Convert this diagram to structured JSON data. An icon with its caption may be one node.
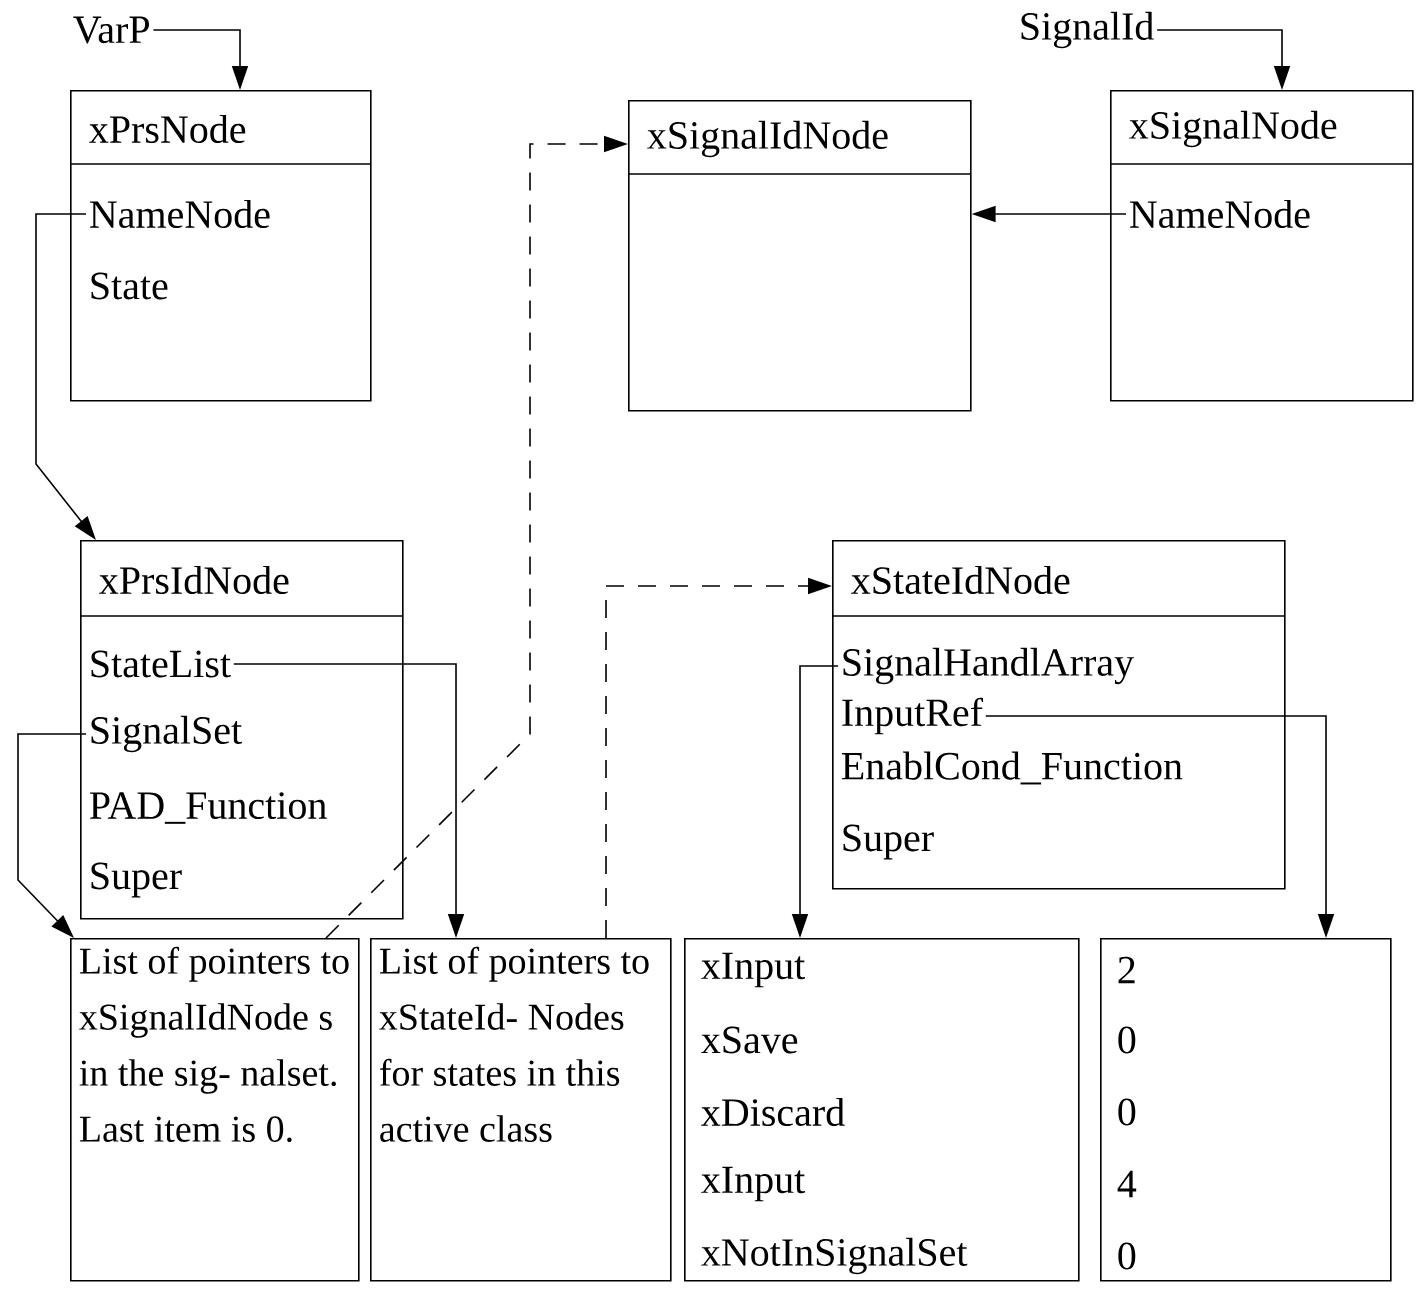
{
  "diagram": {
    "nodes": [
      {
        "text": [
          "VarP"
        ]
      },
      {
        "text": [
          "xPrsNode"
        ]
      },
      {
        "text": [
          "NameNode"
        ],
        "in": 1
      },
      {
        "text": [
          "State"
        ],
        "in": 1
      },
      {
        "text": [
          "xSignalIdNode"
        ]
      },
      {
        "text": [
          "SignalId"
        ]
      },
      {
        "text": [
          "xSignalNode"
        ]
      },
      {
        "text": [
          "NameNode"
        ],
        "in": 6
      },
      {
        "text": [
          "xPrsIdNode"
        ]
      },
      {
        "text": [
          "StateList"
        ],
        "in": 8
      },
      {
        "text": [
          "SignalSet"
        ],
        "in": 8
      },
      {
        "text": [
          "PAD_Function"
        ],
        "in": 8
      },
      {
        "text": [
          "Super"
        ],
        "in": 8
      },
      {
        "text": [
          "xStateIdNode"
        ]
      },
      {
        "text": [
          "SignalHandlArray"
        ],
        "in": 13
      },
      {
        "text": [
          "InputRef"
        ],
        "in": 13
      },
      {
        "text": [
          "EnablCond_Function"
        ],
        "in": 13
      },
      {
        "text": [
          "Super"
        ],
        "in": 13
      },
      {
        "text": [
          "List of pointers to xSignalIdNode s in the sig- nalset. Last item is 0."
        ]
      },
      {
        "text": [
          "List of pointers to xStateId- Nodes for states in this active class"
        ]
      },
      {
        "text": [
          "xInput",
          "xSave",
          "xDiscard",
          "xInput",
          "xNotInSignalSet"
        ]
      },
      {
        "text": [
          "2",
          "0",
          "0",
          "4",
          "0"
        ]
      }
    ],
    "edges": [
      {
        "from": 0,
        "to": 1,
        "arrow": "to"
      },
      {
        "from": 2,
        "to": 8,
        "arrow": "to"
      },
      {
        "from": 7,
        "to": 4,
        "arrow": "to"
      },
      {
        "from": 5,
        "to": 6,
        "arrow": "to"
      },
      {
        "from": 9,
        "to": 19,
        "arrow": "to"
      },
      {
        "from": 10,
        "to": 18,
        "arrow": "to"
      },
      {
        "from": 18,
        "to": 4,
        "arrow": "to",
        "style": "dashed"
      },
      {
        "from": 19,
        "to": 13,
        "arrow": "to",
        "style": "dashed"
      },
      {
        "from": 14,
        "to": 20,
        "arrow": "to"
      },
      {
        "from": 15,
        "to": 21,
        "arrow": "to"
      }
    ]
  }
}
